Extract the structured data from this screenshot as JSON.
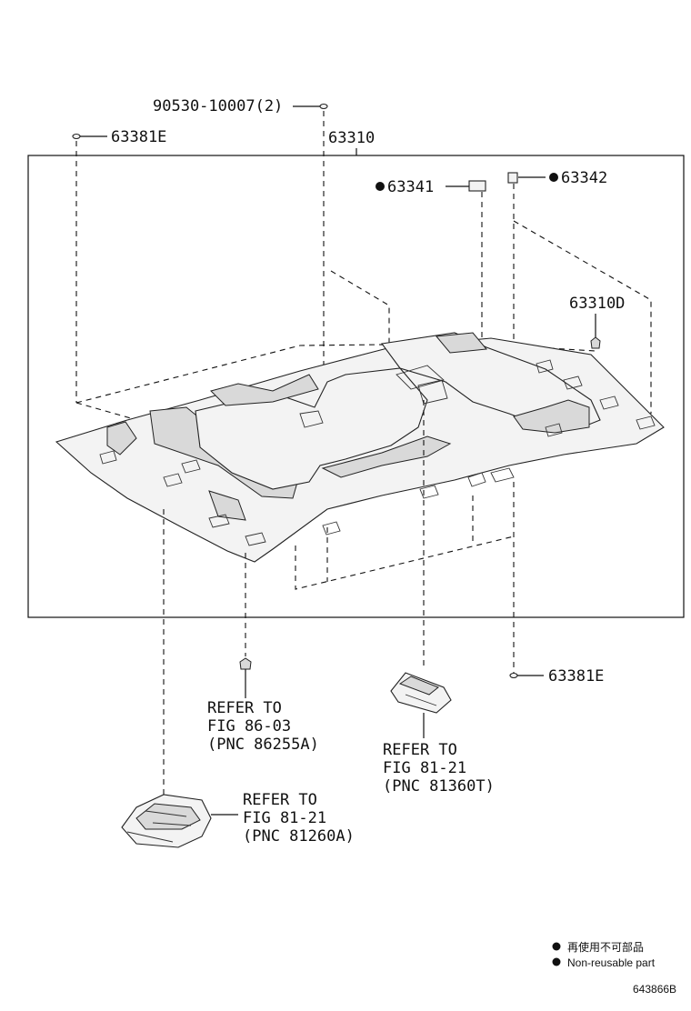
{
  "parts": {
    "bolt": "90530-10007(2)",
    "headliner": "63310",
    "clip_left": "63381E",
    "clip_right": "63381E",
    "pad_1": "63341",
    "pad_2": "63342",
    "clip_d": "63310D"
  },
  "references": [
    {
      "line1": "REFER TO",
      "line2": "FIG 86-03",
      "line3": "(PNC 86255A)"
    },
    {
      "line1": "REFER TO",
      "line2": "FIG 81-21",
      "line3": "(PNC 81360T)"
    },
    {
      "line1": "REFER TO",
      "line2": "FIG 81-21",
      "line3": "(PNC 81260A)"
    }
  ],
  "legend": {
    "chinese": "再使用不可部品",
    "english": "Non-reusable part"
  },
  "figure_id": "643866B"
}
